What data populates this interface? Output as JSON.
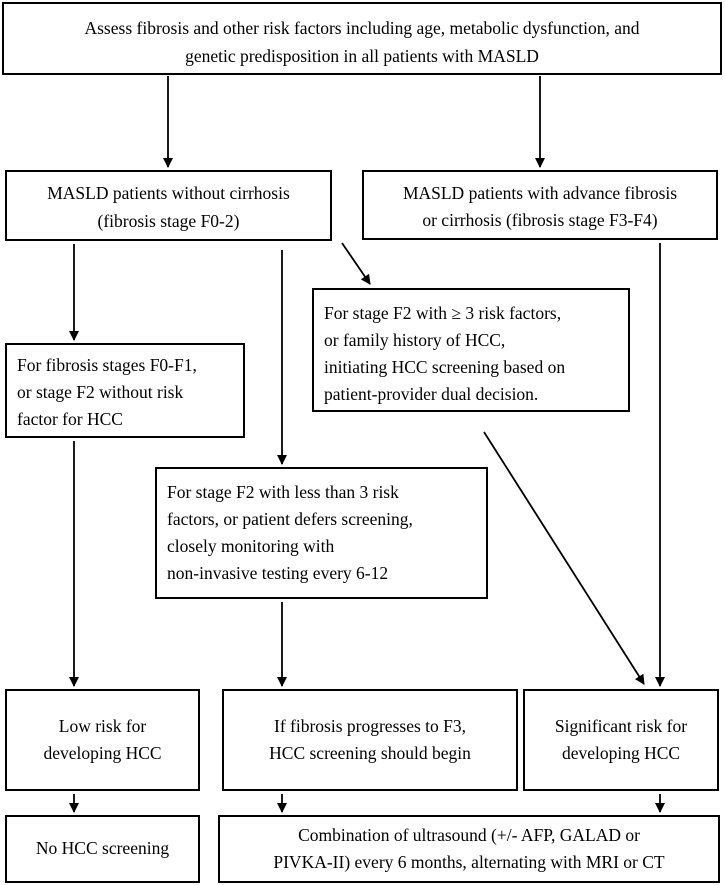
{
  "boxes": {
    "top": [
      "Assess fibrosis and other risk factors including age, metabolic dysfunction, and",
      "genetic predisposition in all patients with MASLD"
    ],
    "no_cirrhosis": [
      "MASLD patients without cirrhosis",
      "(fibrosis stage F0-2)"
    ],
    "cirrhosis": [
      "MASLD patients with advance fibrosis",
      "or cirrhosis (fibrosis stage F3-F4)"
    ],
    "f2_high_risk": [
      "For stage F2 with ≥ 3 risk factors,",
      "or family history of HCC,",
      "initiating HCC screening based on",
      "patient-provider dual decision."
    ],
    "f0_f1": [
      "For fibrosis stages F0-F1,",
      "or stage F2 without risk",
      "factor for HCC"
    ],
    "f2_low_risk": [
      "For stage F2 with less than 3 risk",
      "factors, or patient defers screening,",
      "closely monitoring with",
      "non-invasive testing every 6-12"
    ],
    "low_risk": [
      "Low risk for",
      "developing HCC"
    ],
    "progresses": [
      "If fibrosis progresses to F3,",
      "HCC screening should begin"
    ],
    "significant_risk": [
      "Significant risk for",
      "developing HCC"
    ],
    "no_screening": [
      "No HCC screening"
    ],
    "combination": [
      "Combination of ultrasound (+/- AFP, GALAD or",
      "PIVKA-II) every 6 months, alternating with MRI or CT"
    ]
  }
}
